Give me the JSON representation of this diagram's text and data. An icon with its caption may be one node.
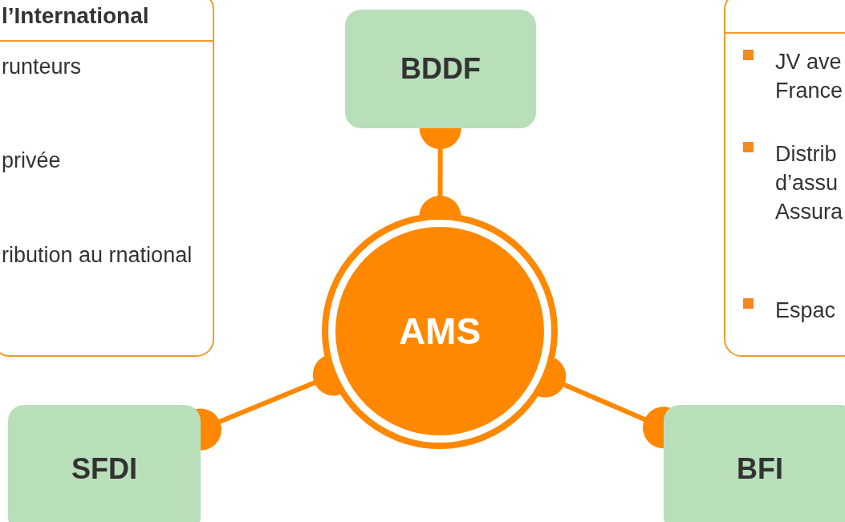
{
  "diagram": {
    "nodes": [
      {
        "text": [
          "l’International",
          "runteurs",
          "privée",
          "ribution au rnational"
        ]
      },
      {
        "text": [
          "JV ave France",
          "Distrib d’assu Assura",
          "Espac"
        ]
      },
      {
        "text": [
          "BDDF"
        ]
      },
      {
        "text": [
          "AMS"
        ]
      },
      {
        "text": [
          "SFDI"
        ]
      },
      {
        "text": [
          "BFI"
        ]
      }
    ],
    "edges": [
      {
        "from": 3,
        "to": 2,
        "arrow": "other"
      },
      {
        "from": 3,
        "to": 4,
        "arrow": "other"
      },
      {
        "from": 3,
        "to": 5,
        "arrow": "other"
      }
    ]
  }
}
